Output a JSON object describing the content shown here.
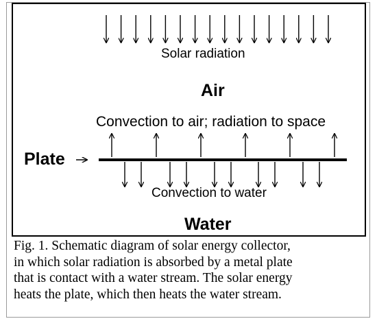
{
  "diagram": {
    "solar_label": "Solar radiation",
    "air_label": "Air",
    "convection_air_label": "Convection to air; radiation to space",
    "plate_label": "Plate",
    "plate_pointer": "→",
    "convection_water_label": "Convection to water",
    "water_label": "Water"
  },
  "caption": {
    "lines": [
      "Fig. 1.  Schematic diagram of solar energy collector,",
      "in which solar radiation is absorbed by a metal plate",
      "that is contact with a water stream. The solar energy",
      "heats the plate, which then heats the water stream."
    ]
  },
  "colors": {
    "ink": "#000000",
    "frame": "#9a9a9a"
  }
}
